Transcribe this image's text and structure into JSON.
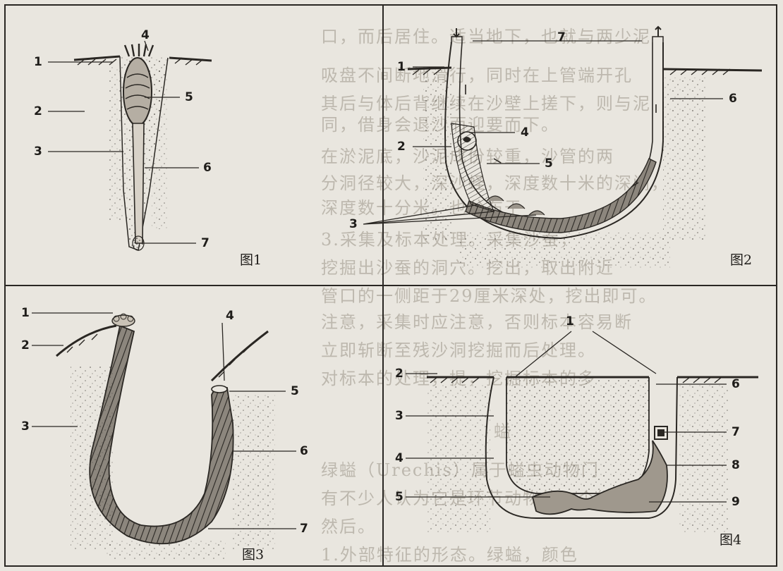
{
  "figures": [
    {
      "caption": "图1",
      "labels": [
        "1",
        "2",
        "3",
        "4",
        "5",
        "6",
        "7"
      ]
    },
    {
      "caption": "图2",
      "labels": [
        "1",
        "2",
        "3",
        "4",
        "5",
        "6",
        "7"
      ]
    },
    {
      "caption": "图3",
      "labels": [
        "1",
        "2",
        "3",
        "4",
        "5",
        "6",
        "7"
      ]
    },
    {
      "caption": "图4",
      "labels": [
        "1",
        "2",
        "3",
        "4",
        "5",
        "6",
        "7",
        "8",
        "9"
      ]
    }
  ],
  "background_text": [
    "口，而后居住。适当地下，也就与两少泥",
    "吸盘不间断地滑行，同时在上管端开孔",
    "其后与体后背继续在沙壁上搓下，则与泥",
    "同，借身会退沙而迎要而下。",
    "在淤泥底，沙泥成份较重，沙管的两",
    "分洞径较大，深沙蛏，深度数十米的深间，",
    "深度数十分米。也分布于",
    "3.采集及标本处理。采集沙蚕，",
    "挖掘出沙蚕的洞穴。挖出，取出附近",
    "管口的一侧距于29厘米深处，挖出即可。",
    "注意，采集时应注意，否则标本容易断",
    "立即斩断至残沙洞挖掘而后处理。",
    "对标本的处理，提，挖掘标本的多",
    "螠",
    "绿螠（Urechis）属于螠虫动物门",
    "有不少人认为它是环节动物的一个纲，",
    "然后。",
    "1.外部特征的形态。绿螠，颜色"
  ],
  "colors": {
    "ink": "#2a2723",
    "paper": "#e9e6df",
    "ghost_text": "#bdb8ae"
  }
}
